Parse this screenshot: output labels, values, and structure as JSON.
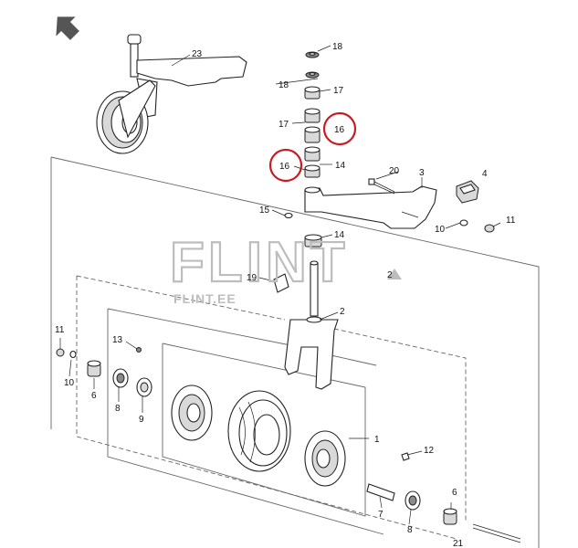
{
  "watermark": {
    "brand": "FLINT",
    "site": "FLINT.EE"
  },
  "colors": {
    "highlight": "#c41e24",
    "line": "#222222",
    "watermark": "#bdbdbd"
  },
  "icons": {
    "corner": "back-arrow-icon"
  },
  "callouts": {
    "p23": "23",
    "p18a": "18",
    "p18b": "18",
    "p17a": "17",
    "p17b": "17",
    "p16a": "16",
    "p16b": "16",
    "p14a": "14",
    "p14b": "14",
    "p20": "20",
    "p3": "3",
    "p4": "4",
    "p15": "15",
    "p10a": "10",
    "p11a": "11",
    "p19": "19",
    "p2a": "2",
    "p2b": "2",
    "p11b": "11",
    "p10b": "10",
    "p13": "13",
    "p6a": "6",
    "p8a": "8",
    "p9": "9",
    "p1": "1",
    "p12": "12",
    "p6b": "6",
    "p7": "7",
    "p8b": "8",
    "p21": "21"
  }
}
